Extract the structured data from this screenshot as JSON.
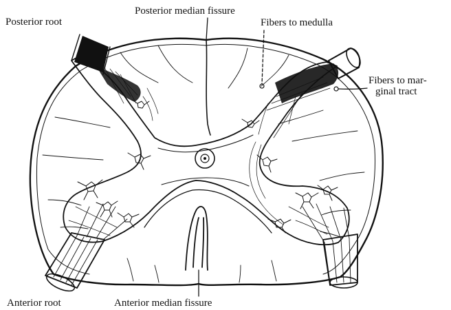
{
  "labels": {
    "posterior_root": "Posterior root",
    "posterior_median_fissure": "Posterior median fissure",
    "fibers_to_medulla": "Fibers to medulla",
    "fibers_to_marginal_line1": "Fibers to mar-",
    "fibers_to_marginal_line2": "ginal tract",
    "anterior_root": "Anterior root",
    "anterior_median_fissure": "Anterior median fissure"
  },
  "colors": {
    "ink": "#111111",
    "paper": "#ffffff"
  }
}
